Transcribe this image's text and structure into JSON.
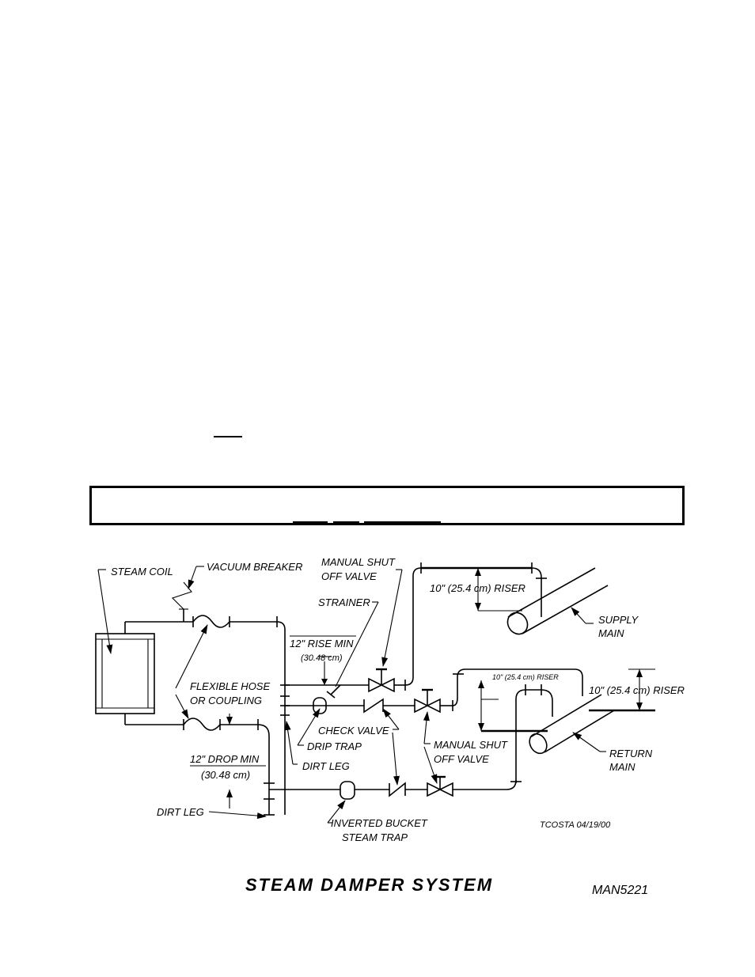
{
  "labels": {
    "steam_coil": "STEAM COIL",
    "vacuum_breaker": "VACUUM BREAKER",
    "manual_shut_off_top_1": "MANUAL SHUT",
    "manual_shut_off_top_2": "OFF VALVE",
    "strainer": "STRAINER",
    "riser_top": "10\" (25.4 cm) RISER",
    "supply_main_1": "SUPPLY",
    "supply_main_2": "MAIN",
    "rise_min_1": "12\" RISE MIN",
    "rise_min_2": "(30.48 cm)",
    "flexible_hose_1": "FLEXIBLE HOSE",
    "flexible_hose_2": "OR COUPLING",
    "riser_small": "10\" (25.4 cm) RISER",
    "riser_right": "10\" (25.4 cm) RISER",
    "check_valve": "CHECK VALVE",
    "drip_trap": "DRIP TRAP",
    "dirt_leg_1": "DIRT LEG",
    "manual_shut_off_mid_1": "MANUAL SHUT",
    "manual_shut_off_mid_2": "OFF VALVE",
    "return_main_1": "RETURN",
    "return_main_2": "MAIN",
    "drop_min_1": "12\" DROP MIN",
    "drop_min_2": "(30.48 cm)",
    "dirt_leg_2": "DIRT LEG",
    "inverted_bucket_1": "INVERTED BUCKET",
    "inverted_bucket_2": "STEAM TRAP",
    "signature": "TCOSTA 04/19/00",
    "title": "STEAM DAMPER SYSTEM",
    "code": "MAN5221"
  }
}
